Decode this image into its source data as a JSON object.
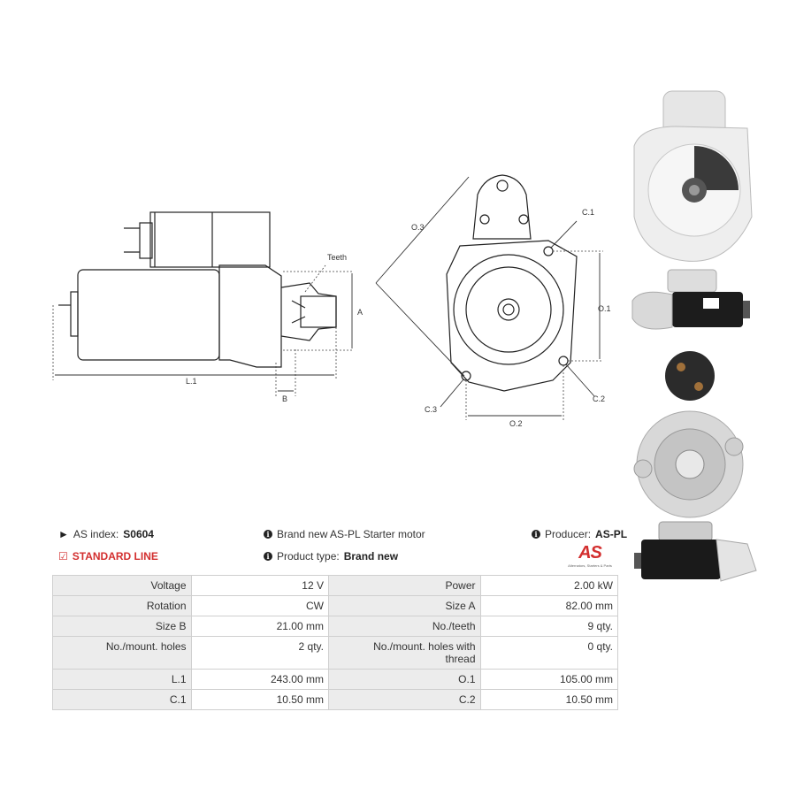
{
  "diagram": {
    "labels": {
      "teeth": "Teeth",
      "a": "A",
      "l1": "L.1",
      "b": "B",
      "o3": "O.3",
      "c1": "C.1",
      "o1": "O.1",
      "c2": "C.2",
      "c3": "C.3",
      "o2": "O.2"
    }
  },
  "info": {
    "as_index_label": "AS index:",
    "as_index_value": "S0604",
    "standard_line": "STANDARD LINE",
    "description": "Brand new AS-PL Starter motor",
    "product_type_label": "Product type:",
    "product_type_value": "Brand new",
    "producer_label": "Producer:",
    "producer_value": "AS-PL"
  },
  "logo": {
    "mark": "AS",
    "tagline": "Alternators, Starters & Parts"
  },
  "specs": [
    [
      "Voltage",
      "12 V",
      "Power",
      "2.00 kW"
    ],
    [
      "Rotation",
      "CW",
      "Size A",
      "82.00 mm"
    ],
    [
      "Size B",
      "21.00 mm",
      "No./teeth",
      "9 qty."
    ],
    [
      "No./mount. holes",
      "2 qty.",
      "No./mount. holes with thread",
      "0 qty."
    ],
    [
      "L.1",
      "243.00 mm",
      "O.1",
      "105.00 mm"
    ],
    [
      "C.1",
      "10.50 mm",
      "C.2",
      "10.50 mm"
    ]
  ],
  "colors": {
    "accent_red": "#d32f2f",
    "label_bg": "#ececec"
  }
}
